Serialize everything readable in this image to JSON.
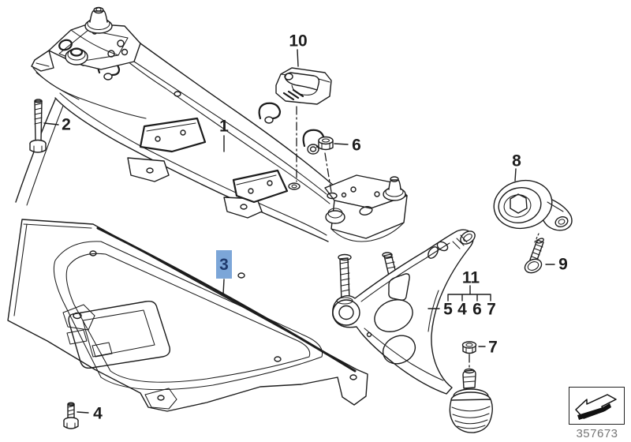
{
  "diagram": {
    "id_label": "357673",
    "kind": "exploded-parts-line-drawing"
  },
  "callouts": {
    "one": "1",
    "two": "2",
    "three": "3",
    "four": "4",
    "six": "6",
    "seven": "7",
    "eight": "8",
    "nine": "9",
    "ten": "10",
    "eleven": "11",
    "group_row": [
      "5",
      "4",
      "6",
      "7"
    ],
    "highlighted_callout": "3"
  },
  "nav_box": {
    "icon": "back-arrow-icon"
  },
  "colors": {
    "canvas_bg": "#ffffff",
    "line": "#1c1c1c",
    "highlight_bg": "#7ca6d8",
    "highlight_text": "#1f3a6d",
    "diagram_number_text": "#757575"
  }
}
